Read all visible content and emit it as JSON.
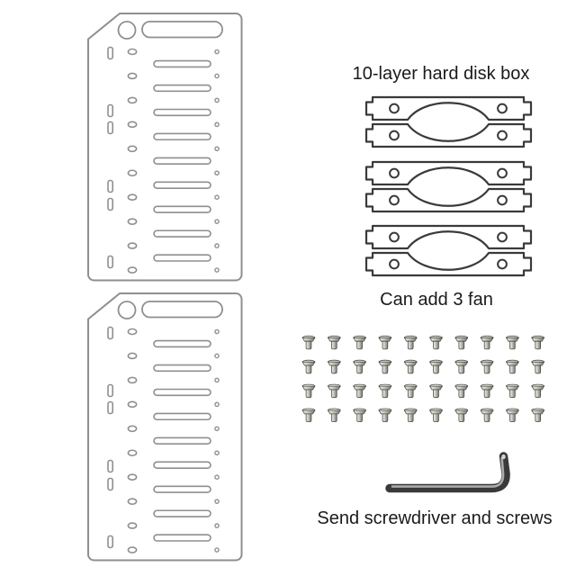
{
  "labels": {
    "title": "10-layer hard disk box",
    "fan_note": "Can add 3 fan",
    "accessories_note": "Send screwdriver and screws"
  },
  "components": {
    "side_panels": {
      "count": 2,
      "hole_rows": 10,
      "vent_slots": 9,
      "edge_slots": 6
    },
    "fan_bracket_pairs": {
      "count": 3,
      "bars_per_pair": 2,
      "holes_per_bar": 2
    },
    "screws": {
      "rows": 4,
      "columns": 10,
      "total": 40
    },
    "screwdriver": {
      "count": 1,
      "shape": "L-shaped"
    }
  },
  "colors": {
    "background": "#ffffff",
    "panel_outline": "#8f8f8f",
    "bracket_outline": "#3a3a3a",
    "text": "#1a1a1a",
    "screw_light": "#ebebe6",
    "screw_mid": "#c6c6bf",
    "screw_dark": "#86867f",
    "screw_edge": "#4e4e49",
    "screwdriver_dark": "#3a3a3a",
    "screwdriver_highlight": "#ababab"
  }
}
